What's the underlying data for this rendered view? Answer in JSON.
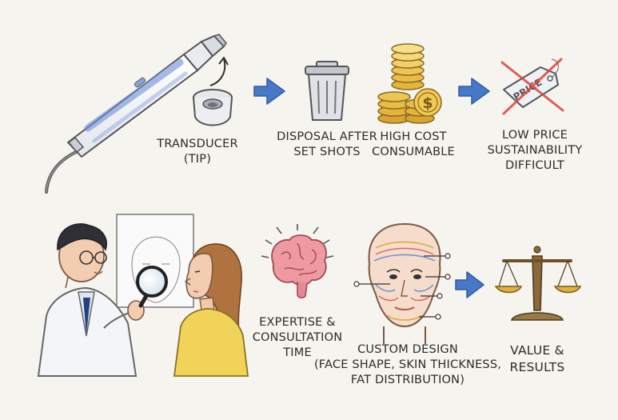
{
  "top_row": {
    "transducer": {
      "line1": "TRANSDUCER",
      "line2": "(TIP)"
    },
    "disposal": {
      "line1": "DISPOSAL AFTER",
      "line2": "SET SHOTS"
    },
    "high_cost": {
      "line1": "HIGH COST",
      "line2": "CONSUMABLE"
    },
    "tag_text": "PRICE",
    "low_price": {
      "line1": "LOW PRICE",
      "line2": "SUSTAINABILITY",
      "line3": "DIFFICULT"
    }
  },
  "bottom_row": {
    "expertise": {
      "line1": "EXPERTISE &",
      "line2": "CONSULTATION",
      "line3": "TIME"
    },
    "custom": {
      "line1": "CUSTOM DESIGN",
      "line2": "(FACE SHAPE, SKIN THICKNESS,",
      "line3": "FAT DISTRIBUTION)"
    },
    "value": {
      "line1": "VALUE &",
      "line2": "RESULTS"
    }
  },
  "colors": {
    "arrow_blue": "#4a78c9",
    "gold": "#e6b43c",
    "brain_pink": "#ef9aa3",
    "red_x": "#d9453b",
    "coat_white": "#f3f5f8",
    "sweater_yellow": "#f1d35a"
  },
  "icons": [
    "ultrasound-handpiece-icon",
    "transducer-tip-icon",
    "trash-can-icon",
    "coin-stack-icon",
    "crossed-price-tag-icon",
    "doctor-magnifier-icon",
    "brain-icon",
    "face-mapping-icon",
    "balance-scale-icon",
    "right-arrow-icon"
  ]
}
